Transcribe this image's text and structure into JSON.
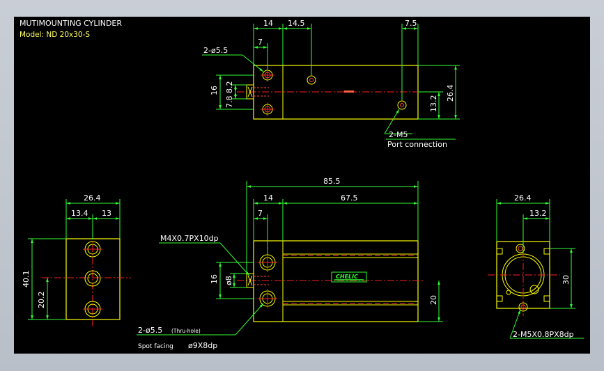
{
  "title": {
    "name": "MUTIMOUNTING CYLINDER",
    "model": "Model: ND 20x30-S"
  },
  "top_view": {
    "dim_14": "14",
    "dim_14_5": "14.5",
    "dim_7_5": "7.5",
    "dim_7": "7",
    "hole_callout": "2-ø5.5",
    "dim_16": "16",
    "dim_7_8": "7.8",
    "dim_8_2": "8.2",
    "dim_26_4": "26.4",
    "dim_13_2": "13.2",
    "port_callout": "2-M5",
    "port_label": "Port connection"
  },
  "front_view": {
    "dim_85_5": "85.5",
    "dim_14": "14",
    "dim_67_5": "67.5",
    "dim_7": "7",
    "thread_callout": "M4X0.7PX10dp",
    "dim_16": "16",
    "dim_8": "ø8",
    "dim_20": "20",
    "brand": "CHELIC",
    "hole_callout": "2-ø5.5",
    "thru_note": "(Thru-hole)",
    "spot_label": "Spot facing",
    "spot_value": "ø9X8dp"
  },
  "left_view": {
    "dim_26_4": "26.4",
    "dim_13_4": "13.4",
    "dim_13": "13",
    "dim_40_1": "40.1",
    "dim_20_2": "20.2"
  },
  "right_view": {
    "dim_26_4": "26.4",
    "dim_13_2": "13.2",
    "dim_30": "30",
    "thread_callout": "2-M5X0.8PX8dp"
  },
  "colors": {
    "background": "#000000",
    "outline": "#ffff00",
    "dimension": "#33ff33",
    "centerline": "#ff2020",
    "hidden": "#ff4040",
    "title_text": "#ffffff",
    "model_text": "#ffff66"
  }
}
